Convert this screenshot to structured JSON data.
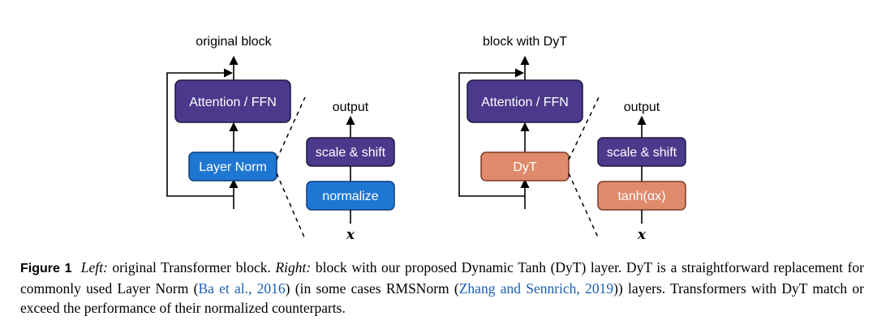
{
  "diagram": {
    "left": {
      "title": "original block",
      "attention": "Attention / FFN",
      "norm": "Layer Norm",
      "zoom_output": "output",
      "scale_shift": "scale & shift",
      "inner": "normalize",
      "input": "x"
    },
    "right": {
      "title": "block with DyT",
      "attention": "Attention / FFN",
      "norm": "DyT",
      "zoom_output": "output",
      "scale_shift": "scale & shift",
      "inner": "tanh(αx)",
      "input": "x"
    },
    "colors": {
      "attention": "#4b3a8c",
      "scale_shift": "#4b3a8c",
      "layer_norm": "#1f77d4",
      "dyt": "#e08a6c"
    }
  },
  "caption": {
    "figure_label": "Figure 1",
    "left_label": "Left:",
    "left_text": " original Transformer block. ",
    "right_label": "Right:",
    "right_text": " block with our proposed Dynamic Tanh (DyT) layer. DyT is a straightforward replacement for commonly used Layer Norm (",
    "cite1": "Ba et al., 2016",
    "mid_text": ") (in some cases RMSNorm (",
    "cite2": "Zhang and Sennrich, 2019",
    "end_text": ")) layers. Transformers with DyT match or exceed the performance of their normalized counterparts."
  }
}
